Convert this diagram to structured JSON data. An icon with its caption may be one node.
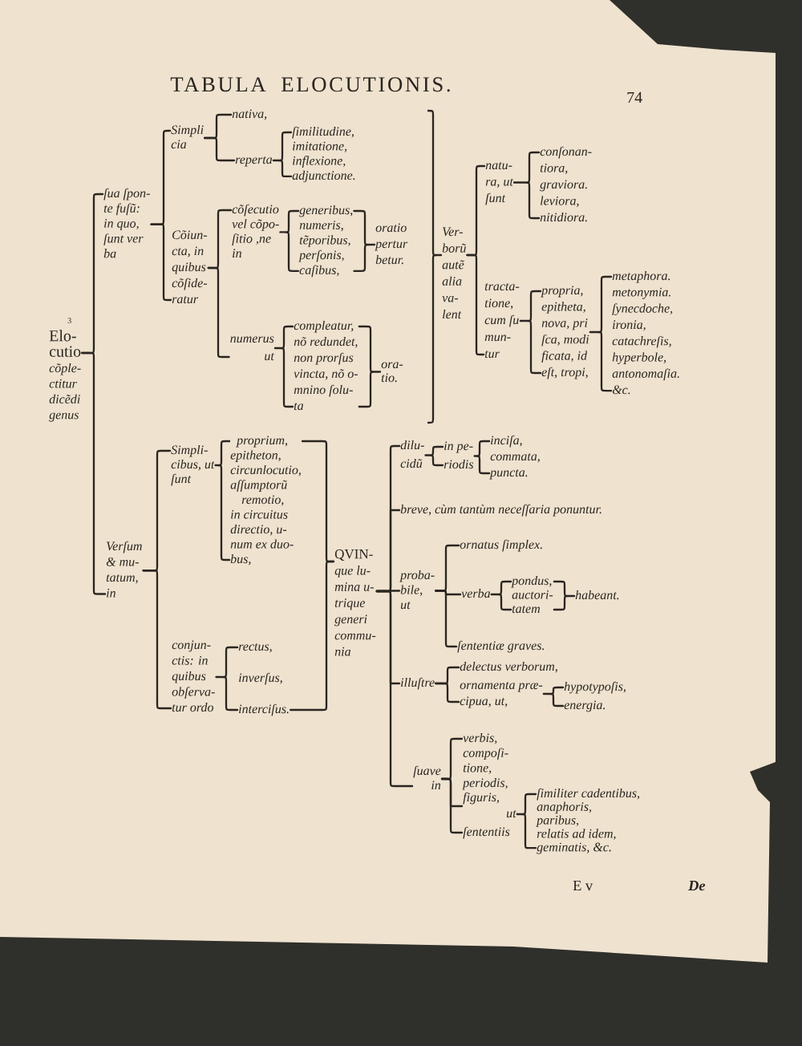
{
  "diagram": {
    "title": "TABULA ELOCUTIONIS.",
    "nodes": [
      {
        "text": [
          "Elo- cutio",
          "cõple- ctitur dicẽdi genus"
        ]
      },
      {
        "text": [
          "ſua ſpon- te fuſũ: in quo, ſunt ver ba"
        ]
      },
      {
        "text": [
          "Simpli cia"
        ]
      },
      {
        "text": [
          "nativa,"
        ]
      },
      {
        "text": [
          "reperta"
        ]
      },
      {
        "text": [
          "ſimilitudine, imitatione, inflexione, adjunctione."
        ]
      },
      {
        "text": [
          "Cõiun- cta, in quibus cõſide- ratur"
        ]
      },
      {
        "text": [
          "cõſecutio vel cõpo- ſitio ,ne in"
        ]
      },
      {
        "text": [
          "generibus, numeris, tẽporibus, perſonis, caſibus,"
        ]
      },
      {
        "text": [
          "oratio pertur betur."
        ]
      },
      {
        "text": [
          "numerus ut"
        ]
      },
      {
        "text": [
          "compleatur, nõ redundet, non prorſus vincta, nõ o- mnino ſolu- ta"
        ]
      },
      {
        "text": [
          "ora- tio."
        ]
      },
      {
        "text": [
          "Ver- borũ autẽ alia va- lent"
        ]
      },
      {
        "text": [
          "natu- ra, ut ſunt"
        ]
      },
      {
        "text": [
          "conſonan- tiora, graviora. leviora, nitidiora."
        ]
      },
      {
        "text": [
          "tracta- tione, cum ſu mun- tur"
        ]
      },
      {
        "text": [
          "propria, epitheta, nova, pri ſca, modi ficata, id eſt, tropi,"
        ]
      },
      {
        "text": [
          "metaphora. metonymia. ſynecdoche, ironia, catachreſis, hyperbole, antonomaſia. &c."
        ]
      },
      {
        "text": [
          "Verſum & mu- tatum, in"
        ]
      },
      {
        "text": [
          "Simpli- cibus, ut ſunt"
        ]
      },
      {
        "text": [
          "proprium, epitheton, circunlocutio, aſſumptorũ remotio, in circuitus directio, u- num ex duo- bus,"
        ]
      },
      {
        "text": [
          "conjun- ctis: in quibus obſerva- tur ordo"
        ]
      },
      {
        "text": [
          "rectus, inverſus, interciſus."
        ]
      },
      {
        "text": [
          "QVIN-",
          "que lu- mina u- trique generi commu- nia"
        ]
      },
      {
        "text": [
          "dilu- cidũ"
        ]
      },
      {
        "text": [
          "in pe- riodis"
        ]
      },
      {
        "text": [
          "inciſa, commata, puncta."
        ]
      },
      {
        "text": [
          "breve, cùm tantùm neceſſaria ponuntur."
        ]
      },
      {
        "text": [
          "proba- bile, ut"
        ]
      },
      {
        "text": [
          "ornatus ſimplex."
        ]
      },
      {
        "text": [
          "verba"
        ]
      },
      {
        "text": [
          "pondus, auctori- tatem"
        ]
      },
      {
        "text": [
          "habeant."
        ]
      },
      {
        "text": [
          "ſententiæ graves."
        ]
      },
      {
        "text": [
          "illuſtre"
        ]
      },
      {
        "text": [
          "delectus verborum,"
        ]
      },
      {
        "text": [
          "ornamenta præ- cipua, ut,"
        ]
      },
      {
        "text": [
          "hypotypoſis, energia."
        ]
      },
      {
        "text": [
          "ſuave in"
        ]
      },
      {
        "text": [
          "verbis, compoſi- tione, periodis,"
        ]
      },
      {
        "text": [
          "figuris, ut"
        ]
      },
      {
        "text": [
          "ſententiis"
        ]
      },
      {
        "text": [
          "ſimiliter cadentibus, anaphoris, paribus, relatis ad idem, geminatis, &c."
        ]
      }
    ],
    "edges": [
      {
        "from": 0,
        "to": 1,
        "arrow": "none"
      },
      {
        "from": 0,
        "to": 19,
        "arrow": "none"
      },
      {
        "from": 1,
        "to": 2,
        "arrow": "none"
      },
      {
        "from": 1,
        "to": 6,
        "arrow": "none"
      },
      {
        "from": 2,
        "to": 3,
        "arrow": "none"
      },
      {
        "from": 2,
        "to": 4,
        "arrow": "none"
      },
      {
        "from": 4,
        "to": 5,
        "arrow": "none"
      },
      {
        "from": 6,
        "to": 7,
        "arrow": "none"
      },
      {
        "from": 6,
        "to": 10,
        "arrow": "none"
      },
      {
        "from": 7,
        "to": 8,
        "arrow": "none"
      },
      {
        "from": 8,
        "to": 9,
        "arrow": "none"
      },
      {
        "from": 10,
        "to": 11,
        "arrow": "none"
      },
      {
        "from": 11,
        "to": 12,
        "arrow": "none"
      },
      {
        "from": null,
        "to": 13,
        "arrow": "none"
      },
      {
        "from": 13,
        "to": 14,
        "arrow": "none"
      },
      {
        "from": 13,
        "to": 16,
        "arrow": "none"
      },
      {
        "from": 14,
        "to": 15,
        "arrow": "none"
      },
      {
        "from": 16,
        "to": 17,
        "arrow": "none"
      },
      {
        "from": 17,
        "to": 18,
        "arrow": "none"
      },
      {
        "from": 19,
        "to": 20,
        "arrow": "none"
      },
      {
        "from": 19,
        "to": 22,
        "arrow": "none"
      },
      {
        "from": 20,
        "to": 21,
        "arrow": "none"
      },
      {
        "from": 22,
        "to": 23,
        "arrow": "none"
      },
      {
        "from": 21,
        "to": 24,
        "arrow": "none"
      },
      {
        "from": 23,
        "to": 24,
        "arrow": "none"
      },
      {
        "from": 24,
        "to": 25,
        "arrow": "none"
      },
      {
        "from": 24,
        "to": 28,
        "arrow": "none"
      },
      {
        "from": 24,
        "to": 29,
        "arrow": "none"
      },
      {
        "from": 24,
        "to": 35,
        "arrow": "none"
      },
      {
        "from": 24,
        "to": 39,
        "arrow": "none"
      },
      {
        "from": 25,
        "to": 26,
        "arrow": "none"
      },
      {
        "from": 26,
        "to": 27,
        "arrow": "none"
      },
      {
        "from": 29,
        "to": 30,
        "arrow": "none"
      },
      {
        "from": 29,
        "to": 31,
        "arrow": "none"
      },
      {
        "from": 29,
        "to": 34,
        "arrow": "none"
      },
      {
        "from": 31,
        "to": 32,
        "arrow": "none"
      },
      {
        "from": 32,
        "to": 33,
        "arrow": "none"
      },
      {
        "from": 35,
        "to": 36,
        "arrow": "none"
      },
      {
        "from": 35,
        "to": 37,
        "arrow": "none"
      },
      {
        "from": 37,
        "to": 38,
        "arrow": "none"
      },
      {
        "from": 39,
        "to": 40,
        "arrow": "none"
      },
      {
        "from": 39,
        "to": 41,
        "arrow": "none"
      },
      {
        "from": 39,
        "to": 42,
        "arrow": "none"
      },
      {
        "from": 41,
        "to": 43,
        "arrow": "none"
      }
    ],
    "labels": [
      "74",
      "3",
      "E v",
      "De"
    ]
  }
}
